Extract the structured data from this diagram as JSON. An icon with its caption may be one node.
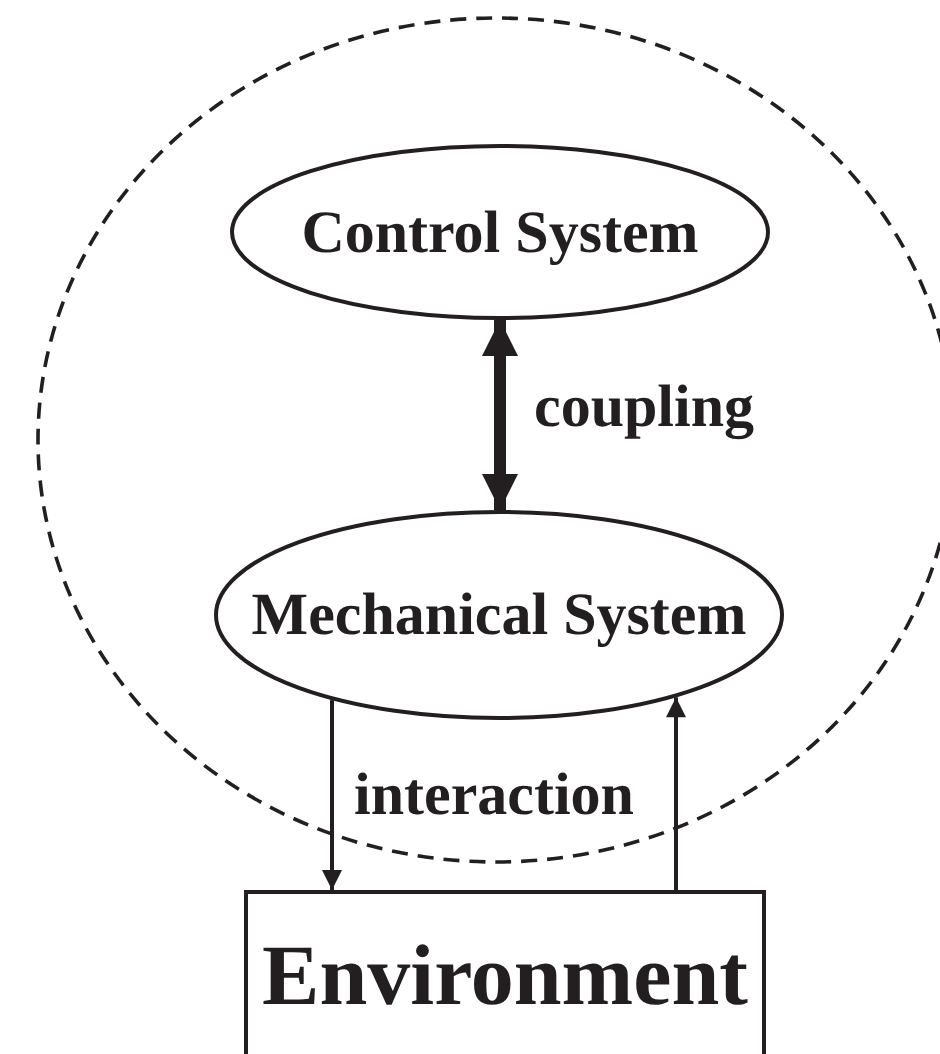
{
  "diagram": {
    "nodes": [
      {
        "text": [],
        "shape": "circle"
      },
      {
        "text": [
          "Control System"
        ],
        "in": 0
      },
      {
        "text": [
          "Mechanical System"
        ],
        "in": 0
      },
      {
        "text": [
          "Environment"
        ]
      }
    ],
    "edges": [
      {
        "from": 1,
        "to": 2,
        "arrow": "both",
        "label": "coupling",
        "style": "thick"
      },
      {
        "from": 2,
        "to": 3,
        "arrow": "to",
        "label": "interaction"
      },
      {
        "from": 3,
        "to": 2,
        "arrow": "to"
      }
    ]
  }
}
